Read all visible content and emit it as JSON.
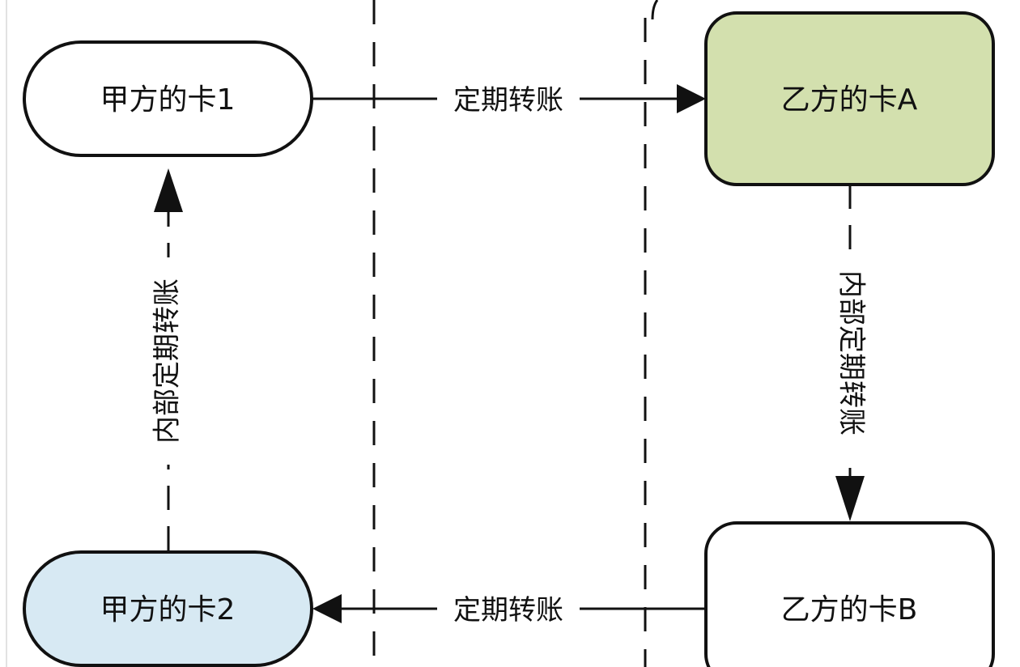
{
  "nodes": {
    "card_jia_1": {
      "label": "甲方的卡1",
      "fill": "#ffffff"
    },
    "card_yi_a": {
      "label": "乙方的卡A",
      "fill": "#d3e0ae"
    },
    "card_yi_b": {
      "label": "乙方的卡B",
      "fill": "#ffffff"
    },
    "card_jia_2": {
      "label": "甲方的卡2",
      "fill": "#d7e9f3"
    }
  },
  "edges": {
    "top_transfer": {
      "label": "定期转账",
      "from": "甲方的卡1",
      "to": "乙方的卡A"
    },
    "bottom_transfer": {
      "label": "定期转账",
      "from": "乙方的卡B",
      "to": "甲方的卡2"
    },
    "right_internal": {
      "label": "内部定期转账",
      "from": "乙方的卡A",
      "to": "乙方的卡B"
    },
    "left_internal": {
      "label": "内部定期转账",
      "from": "甲方的卡2",
      "to": "甲方的卡1"
    }
  }
}
